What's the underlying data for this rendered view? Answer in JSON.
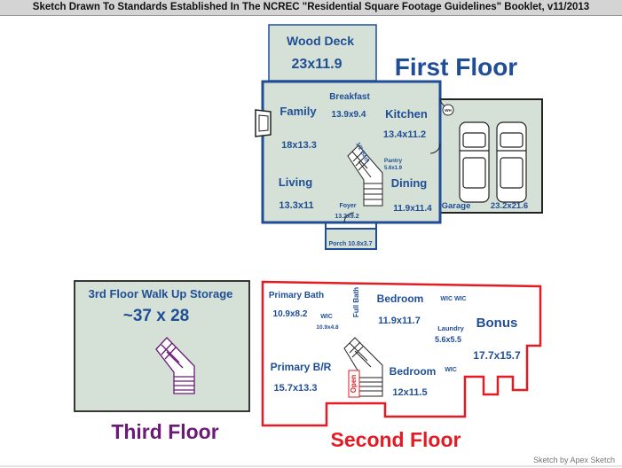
{
  "header": {
    "text": "Sketch Drawn To Standards Established In The NCREC \"Residential Square Footage Guidelines\" Booklet, v11/2013"
  },
  "colors": {
    "first_floor_line": "#1f4e96",
    "second_floor_line": "#e31b23",
    "third_floor_line": "#6b1a78",
    "room_fill": "#d5e1d6",
    "title_blue": "#1f4e96",
    "title_red": "#e31b23",
    "title_purple": "#6b1a78"
  },
  "first_floor": {
    "title": "First Floor",
    "wood_deck": {
      "name": "Wood Deck",
      "size": "23x11.9"
    },
    "breakfast": {
      "name": "Breakfast",
      "size": "13.9x9.4"
    },
    "family": {
      "name": "Family",
      "size": "18x13.3"
    },
    "kitchen": {
      "name": "Kitchen",
      "size": "13.4x11.2"
    },
    "half_bath": {
      "name": "1/2 Bath"
    },
    "pantry": {
      "name": "Pantry",
      "size": "5.6x1.9"
    },
    "living": {
      "name": "Living",
      "size": "13.3x11"
    },
    "dining": {
      "name": "Dining",
      "size": "11.9x11.4"
    },
    "foyer": {
      "name": "Foyer",
      "size": "13.2x9.2"
    },
    "porch": {
      "label": "Porch 10.8x3.7"
    },
    "garage": {
      "name": "Garage",
      "size": "23.2x21.6"
    },
    "water_heater": {
      "label": "WH"
    }
  },
  "second_floor": {
    "title": "Second Floor",
    "primary_bath": {
      "name": "Primary Bath",
      "size": "10.9x8.2"
    },
    "wic_primary": {
      "name": "WIC",
      "size": "10.9x4.8"
    },
    "full_bath": {
      "name": "Full Bath"
    },
    "bedroom_1": {
      "name": "Bedroom",
      "size": "11.9x11.7"
    },
    "wic_pair": {
      "label": "WIC WIC"
    },
    "bonus": {
      "name": "Bonus",
      "size": "17.7x15.7"
    },
    "laundry": {
      "name": "Laundry",
      "size": "5.6x5.5"
    },
    "primary_br": {
      "name": "Primary B/R",
      "size": "15.7x13.3"
    },
    "bedroom_2": {
      "name": "Bedroom",
      "size": "12x11.5"
    },
    "wic_bed2": {
      "name": "WIC"
    },
    "stair_open": {
      "label": "Open"
    }
  },
  "third_floor": {
    "title": "Third Floor",
    "storage": {
      "name": "3rd Floor Walk Up Storage",
      "size": "~37 x 28"
    }
  },
  "footer": {
    "credit": "Sketch by Apex Sketch"
  }
}
